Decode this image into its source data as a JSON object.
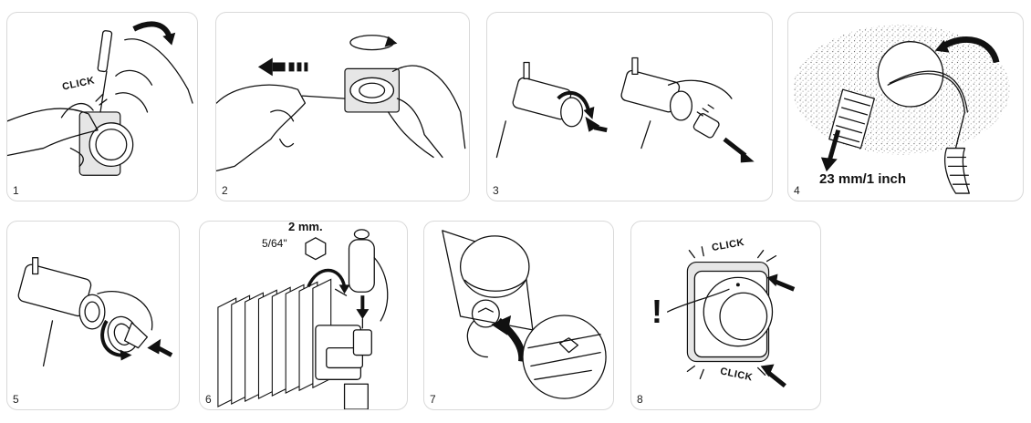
{
  "steps": [
    {
      "number": "1",
      "annotation": "CLICK"
    },
    {
      "number": "2"
    },
    {
      "number": "3"
    },
    {
      "number": "4",
      "measurement": "23 mm/1 inch"
    },
    {
      "number": "5"
    },
    {
      "number": "6",
      "size_metric": "2 mm.",
      "size_imperial": "5/64\""
    },
    {
      "number": "7"
    },
    {
      "number": "8",
      "annotation_top": "CLICK",
      "annotation_bottom": "CLICK",
      "warning": "!"
    }
  ]
}
